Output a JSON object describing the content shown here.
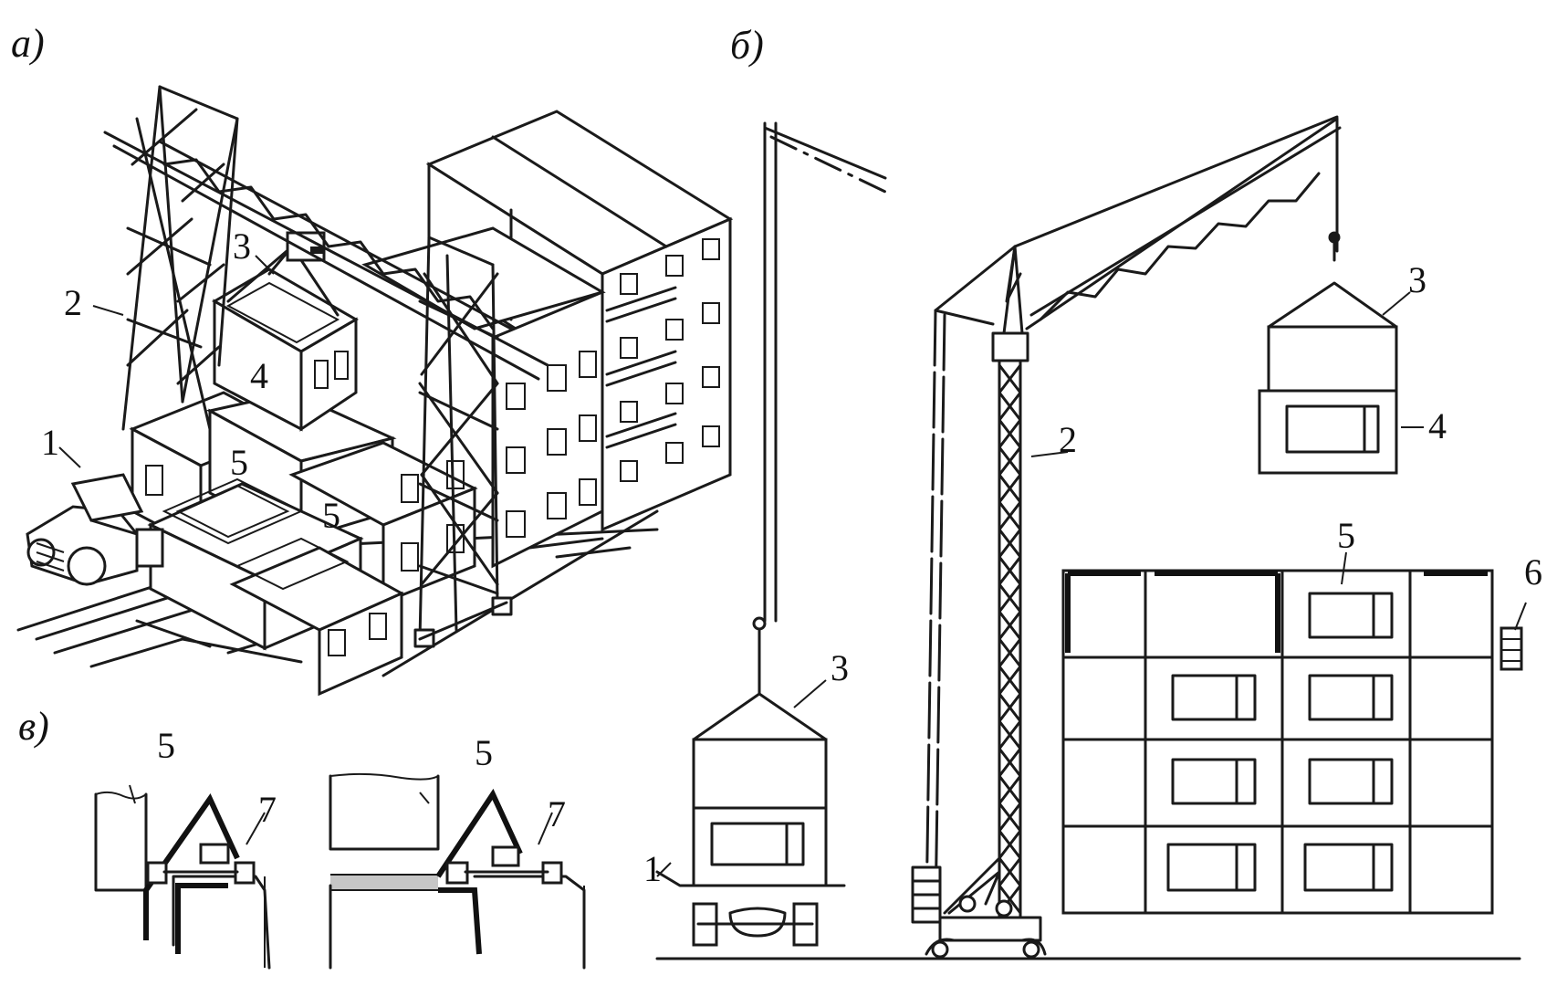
{
  "panels": {
    "a": "а)",
    "b": "б)",
    "v": "в)"
  },
  "labels": {
    "a": [
      "1",
      "2",
      "3",
      "4",
      "5",
      "5"
    ],
    "b_truck": [
      "3",
      "1"
    ],
    "b_crane": [
      "2",
      "3",
      "4",
      "5",
      "6"
    ],
    "v": [
      "5",
      "7",
      "5",
      "7"
    ]
  },
  "colors": {
    "ink": "#1a1a1a",
    "paper": "#ffffff"
  }
}
